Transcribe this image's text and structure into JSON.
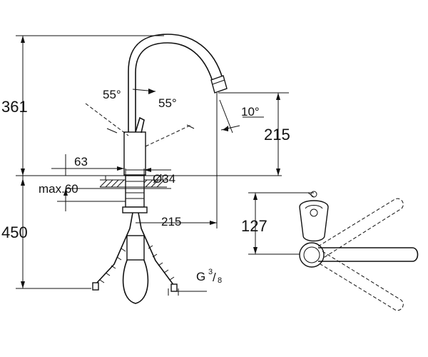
{
  "labels": {
    "dim_361": "361",
    "dim_450": "450",
    "dim_63": "63",
    "dim_max60": "max.60",
    "dim_dia34": "Ø34",
    "dim_215_h": "215",
    "dim_215_v": "215",
    "angle_55a": "55°",
    "angle_55b": "55°",
    "angle_10": "10°",
    "dim_127": "127",
    "thread_G": "G",
    "thread_num": "3",
    "thread_den": "8"
  }
}
